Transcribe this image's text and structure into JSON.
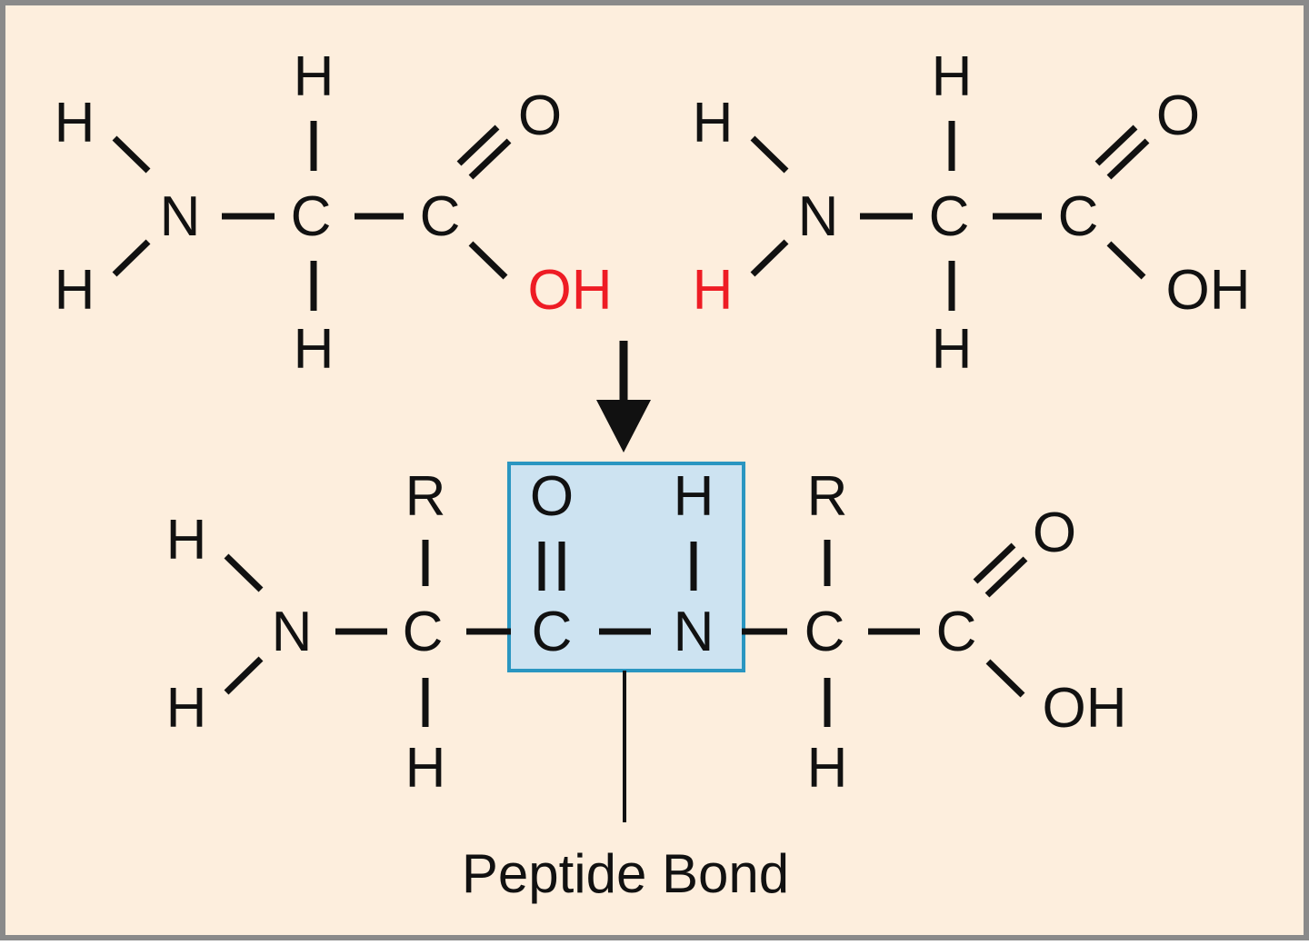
{
  "colors": {
    "background": "#fdeedd",
    "frame": "#8a8a8a",
    "ink": "#111111",
    "highlight_text": "#ee1c24",
    "box_fill": "#cde3f1",
    "box_stroke": "#2a96c1"
  },
  "reactant_left": {
    "h_top_left": "H",
    "h_bottom_left": "H",
    "n": "N",
    "h_alpha_top": "H",
    "c_alpha": "C",
    "h_alpha_bottom": "H",
    "c_carboxyl": "C",
    "o": "O",
    "oh": "OH"
  },
  "reactant_right": {
    "h_top_left": "H",
    "h_bottom_left": "H",
    "n": "N",
    "h_alpha_top": "H",
    "c_alpha": "C",
    "h_alpha_bottom": "H",
    "c_carboxyl": "C",
    "o": "O",
    "oh": "OH"
  },
  "product": {
    "h_top_left": "H",
    "h_bottom_left": "H",
    "n_amino": "N",
    "r_left": "R",
    "c_alpha_left": "C",
    "h_alpha_left": "H",
    "o_peptide": "O",
    "c_peptide": "C",
    "h_peptide": "H",
    "n_peptide": "N",
    "r_right": "R",
    "c_alpha_right": "C",
    "h_alpha_right": "H",
    "c_carboxyl": "C",
    "o": "O",
    "oh": "OH"
  },
  "peptide_bond_label": "Peptide Bond"
}
